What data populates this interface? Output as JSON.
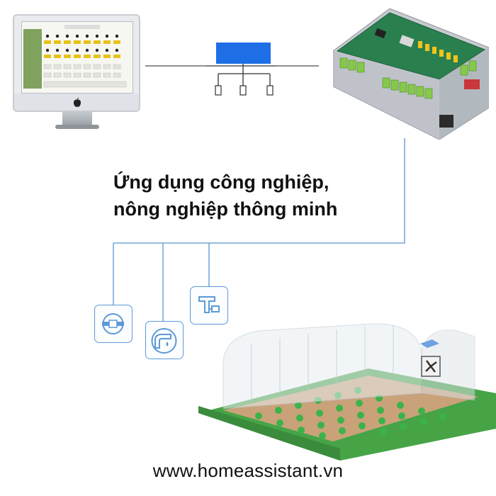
{
  "headline": {
    "line1": "Ứng dụng công nghiệp,",
    "line2": "nông nghiệp thông minh"
  },
  "footer": {
    "url": "www.homeassistant.vn"
  },
  "colors": {
    "line": "#5b93d3",
    "bus_bar": "#1e6fe6",
    "board_green": "#2a7f4f",
    "terminal_green": "#86c94a",
    "grass": "#46a447",
    "headline_text": "#111111"
  },
  "icons": [
    "pipe-valve-icon",
    "water-pump-icon",
    "faucet-valve-icon",
    "computer-monitor-icon",
    "controller-board-icon",
    "network-bus-icon",
    "greenhouse-icon",
    "ventilation-fan-icon"
  ]
}
